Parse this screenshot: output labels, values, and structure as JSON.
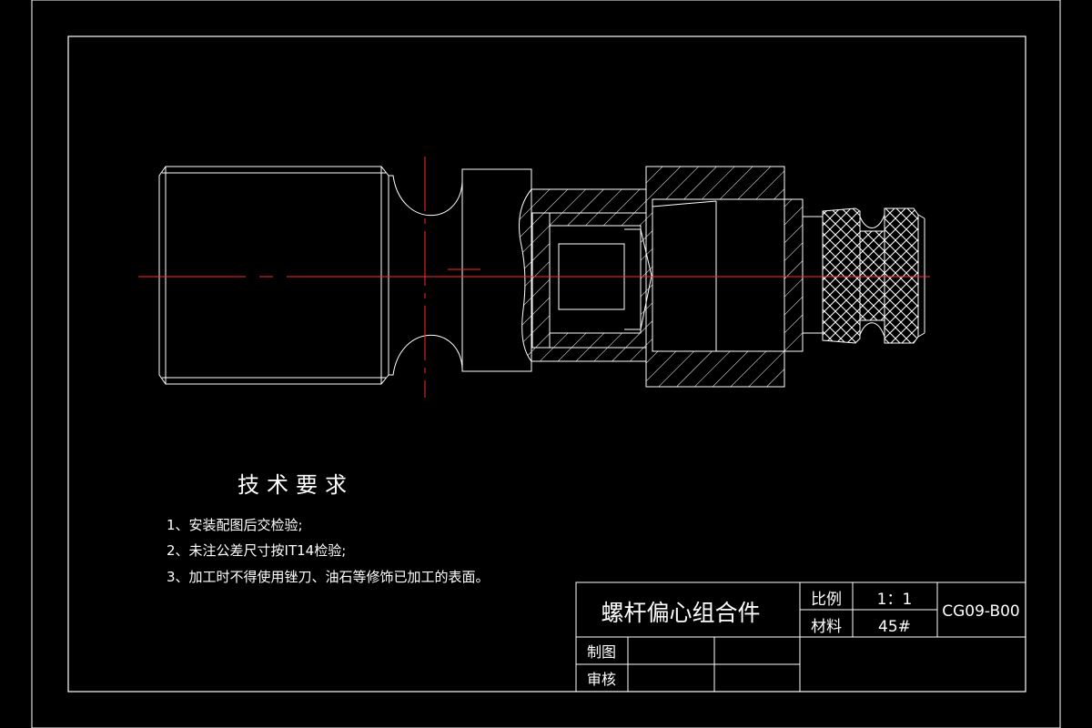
{
  "colors": {
    "background": "#000000",
    "line": "#ffffff",
    "centerline": "#ff2a2a"
  },
  "tech_requirements": {
    "heading": "技术要求",
    "items": [
      "1、安装配图后交检验;",
      "2、未注公差尺寸按IT14检验;",
      "3、加工时不得使用锉刀、油石等修饰已加工的表面。"
    ]
  },
  "title_block": {
    "part_name": "螺杆偏心组合件",
    "scale_label": "比例",
    "scale_value": "1：1",
    "material_label": "材料",
    "material_value": "45#",
    "drawing_number": "CG09-B00",
    "drawn_label": "制图",
    "checked_label": "审核"
  }
}
